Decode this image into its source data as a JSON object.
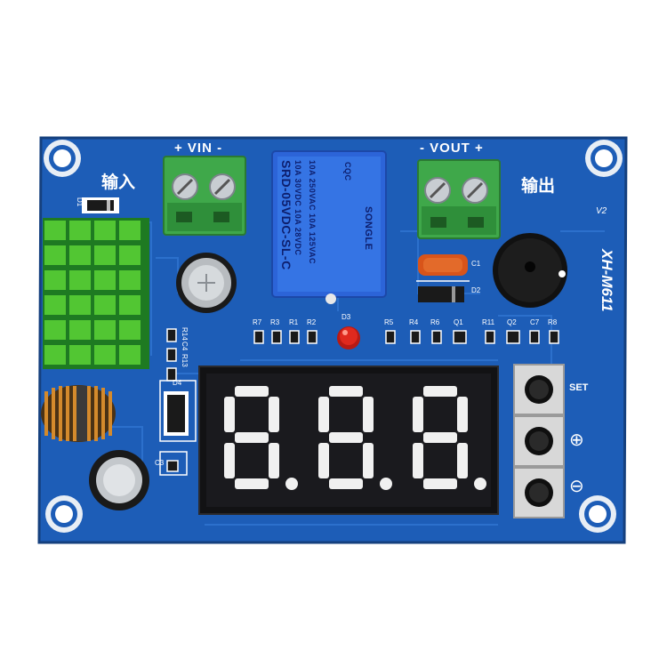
{
  "board": {
    "model": "XH-M611",
    "version": "V2",
    "input_label_cn": "输入",
    "output_label_cn": "输出",
    "vin_label": "+ VIN -",
    "vout_label": "- VOUT +",
    "set_label": "SET",
    "plus_symbol": "⊕",
    "minus_symbol": "⊖",
    "colors": {
      "pcb": "#1d5db7",
      "pcb_dark": "#174c97",
      "terminal_green": "#3fa84a",
      "heatsink_green": "#4fc22f",
      "relay_blue": "#2c64d8",
      "display_red_off": "#3a0b0b",
      "led_red": "#e0291e"
    }
  },
  "relay": {
    "brand": "SONGLE",
    "model_line": "SRD-05VDC-SL-C",
    "rating_ac": "10A 250VAC  10A 125VAC",
    "rating_dc": "10A 30VDC  10A 28VDC",
    "cert": "CQC"
  },
  "components": {
    "d1": "D1",
    "d2": "D2",
    "d3": "D3",
    "d4": "D4",
    "c1": "C1",
    "c3": "C3",
    "c7": "C7",
    "r1": "R1",
    "r2": "R2",
    "r3": "R3",
    "r4": "R4",
    "r5": "R5",
    "r6": "R6",
    "r7": "R7",
    "r8": "R8",
    "r11": "R11",
    "q1": "Q1",
    "q2": "Q2",
    "r14": "R14",
    "c4": "C4",
    "r13": "R13"
  },
  "display": {
    "digits": [
      "8.",
      "8.",
      "8."
    ]
  }
}
